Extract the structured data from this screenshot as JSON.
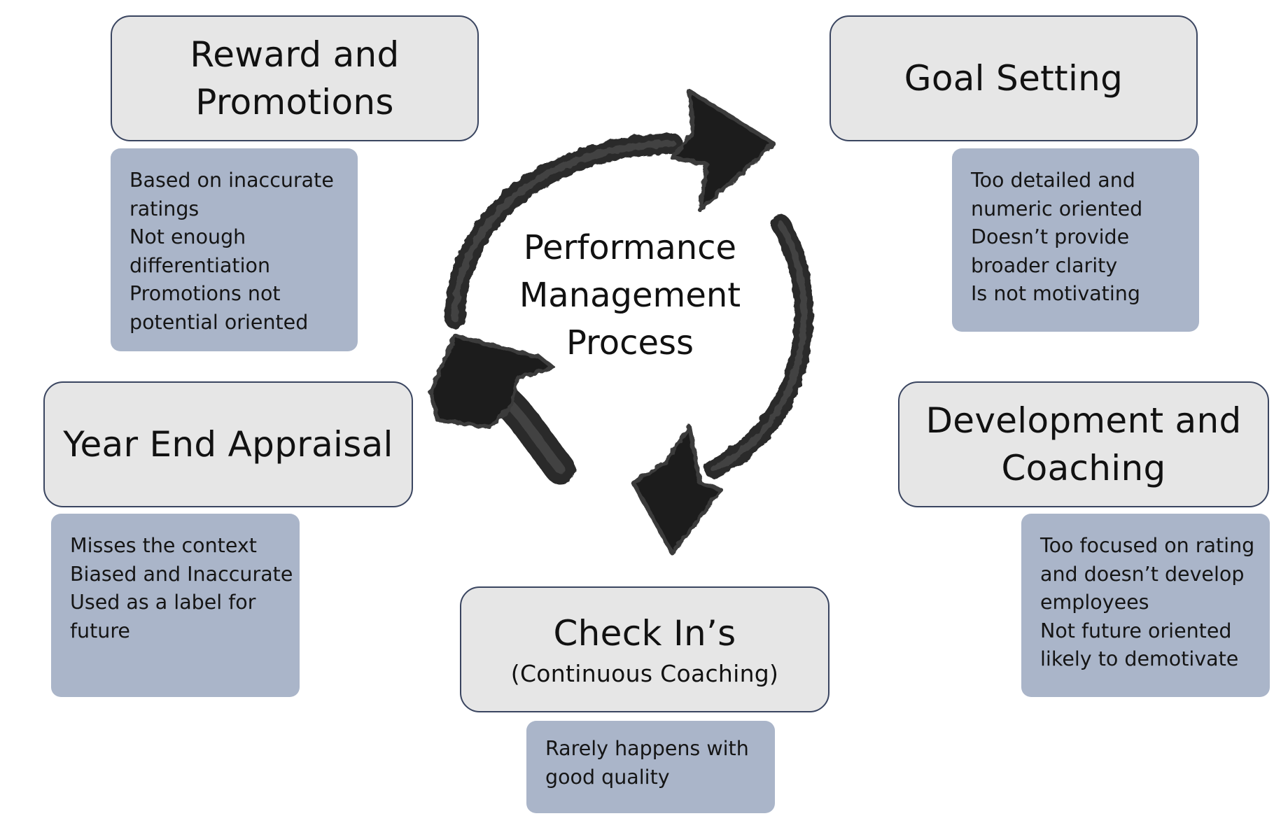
{
  "center": {
    "lines": [
      "Performance",
      "Management",
      "Process"
    ]
  },
  "stages": {
    "reward": {
      "title_lines": [
        "Reward and",
        "Promotions"
      ],
      "notes": [
        "Based on inaccurate",
        "ratings",
        "Not enough",
        "differentiation",
        "Promotions not",
        "potential oriented"
      ]
    },
    "goal": {
      "title_lines": [
        "Goal Setting"
      ],
      "notes": [
        "Too detailed and",
        "numeric oriented",
        "Doesn’t provide",
        "broader clarity",
        "Is not motivating"
      ]
    },
    "appraisal": {
      "title_lines": [
        "Year End Appraisal"
      ],
      "notes": [
        "Misses the context",
        "Biased and Inaccurate",
        "Used as a label for",
        "future"
      ]
    },
    "development": {
      "title_lines": [
        "Development and",
        "Coaching"
      ],
      "notes": [
        "Too focused on rating",
        "and doesn’t develop",
        "employees",
        "Not future oriented",
        "likely to demotivate"
      ]
    },
    "checkin": {
      "title_lines": [
        "Check In’s"
      ],
      "subtitle": "(Continuous Coaching)",
      "notes": [
        "Rarely happens with",
        "good quality"
      ]
    }
  },
  "colors": {
    "title_fill": "#e6e6e6",
    "title_border": "#3a4560",
    "note_fill": "#aab5c9",
    "arrow": "#1c1c1c"
  }
}
